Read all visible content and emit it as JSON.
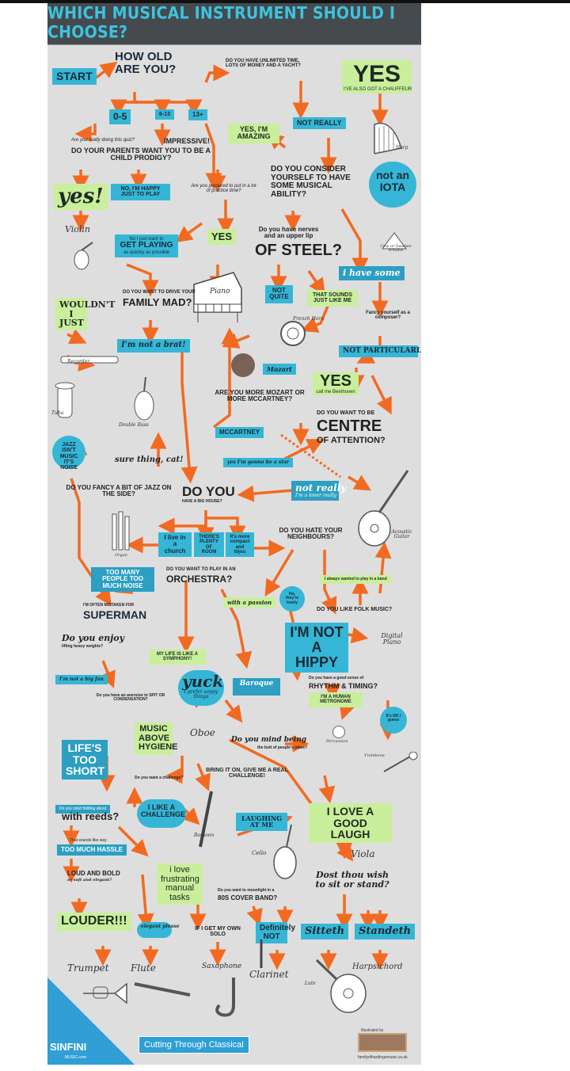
{
  "title": "WHICH MUSICAL INSTRUMENT SHOULD I CHOOSE?",
  "colors": {
    "accent_orange": "#f26a21",
    "blue": "#35b6d6",
    "green": "#c9ef9c",
    "banner": "#444a4d",
    "title_text": "#3dc3df",
    "footer_blue": "#2f9fd6"
  },
  "nodes": {
    "start": "START",
    "how_old": "HOW OLD ARE YOU?",
    "age_0_5": "0-5",
    "age_6_13": "6-13",
    "age_13_plus": "13+",
    "unlimited_time": "DO YOU HAVE UNLIMITED TIME, LOTS OF MONEY AND A YACHT?",
    "yes_big": "YES",
    "yes_big_sub": "I'VE ALSO GOT A CHAUFFEUR",
    "not_really_1": "NOT REALLY",
    "harp": "Harp",
    "really_doing_quiz": "Are you really doing this quiz?",
    "impressive": "IMPRESSIVE!",
    "parents_prodigy": "DO YOUR PARENTS WANT YOU TO BE A CHILD PRODIGY?",
    "yes_im_amazing": "YES, I'M AMAZING",
    "consider_musical": "DO YOU CONSIDER YOURSELF TO HAVE SOME MUSICAL ABILITY?",
    "not_an_iota": "not an IOTA",
    "yes_excl": "yes!",
    "no_happy": "NO, I'M HAPPY JUST TO PLAY",
    "practice_time": "Are you prepared to put in a lot of practice time?",
    "violin": "Violin",
    "get_playing": "GET PLAYING",
    "get_playing_pre": "No I just want to",
    "get_playing_sub": "as quickly as possible",
    "yes_practice": "YES",
    "nerves": "Do you have nerves and an upper lip",
    "of_steel": "OF STEEL?",
    "piano": "Piano",
    "i_have_some": "i have some",
    "cowbell": "Cow or Swanee Whistle",
    "not_quite": "NOT QUITE",
    "sounds_like_me": "THAT SOUNDS JUST LIKE ME",
    "french_horn": "French Horn",
    "fancy_composer": "Fancy yourself as a composer?",
    "drive_family": "DO YOU WANT TO DRIVE YOUR",
    "family_mad": "FAMILY MAD?",
    "wouldnt_i_just": "WOULDN'T I JUST",
    "not_a_brat": "I'm not a brat!",
    "recorder": "Recorder",
    "mozart": "Mozart",
    "not_particularly": "NOT PARTICULARLY",
    "yes_beethoven": "YES",
    "yes_beethoven_sub": "call me Beethoven",
    "mozart_mccartney": "ARE YOU MORE MOZART OR MORE MCCARTNEY?",
    "mccartney": "MCCARTNEY",
    "centre_pre": "DO YOU WANT TO BE",
    "centre": "CENTRE",
    "of_attention": "OF ATTENTION?",
    "tuba": "Tuba",
    "double_bass": "Double Bass",
    "jazz_noise": "JAZZ ISN'T MUSIC IT'S NOISE",
    "sure_thing_cat": "sure thing, cat!",
    "rock_star": "yes I'm gonna be a star",
    "fancy_jazz": "DO YOU FANCY A BIT OF JAZZ ON THE SIDE?",
    "do_you": "DO YOU",
    "do_you_sub": "HAVE A BIG HOUSE?",
    "not_really_2": "not really",
    "not_really_2_sub": "I'm a loner really",
    "acoustic_guitar": "Acoustic Guitar",
    "organ": "Organ",
    "live_church": "I live in a church",
    "plenty_room": "THERE'S PLENTY OF ROOM",
    "compact": "It's more compact and bijou",
    "hate_neighbours": "DO YOU HATE YOUR NEIGHBOURS?",
    "too_many_people": "TOO MANY PEOPLE TOO MUCH NOISE",
    "orchestra_pre": "DO YOU WANT TO PLAY IN AN",
    "orchestra": "ORCHESTRA?",
    "always_wanted_band": "I always wanted to play in a band",
    "often_mistaken": "I'M OFTEN MISTAKEN FOR",
    "superman": "SUPERMAN",
    "with_a_passion": "with a passion",
    "no_lovely": "No, they're lovely",
    "folk_music": "DO YOU LIKE FOLK MUSIC?",
    "enjoy_lifting": "Do you enjoy",
    "enjoy_lifting_sub": "lifting heavy weights?",
    "life_symphony": "MY LIFE IS LIKE A SYMPHONY!",
    "not_hippy": "I'M NOT A HIPPY",
    "digital_piano": "Digital Piano",
    "im_a_wimp": "I'm not a big fan",
    "yuck": "yuck",
    "yuck_sub": "I prefer soppy things",
    "bassoon_baroque": "Baroque",
    "rhythm_pre": "Do you have a good sense of",
    "rhythm": "RHYTHM & TIMING?",
    "aversion_spit": "Do you have an aversion to SPIT OR CONDENSATION?",
    "human_metronome": "I'M A HUMAN METRONOME",
    "its_ok": "It's OK I guess",
    "percussion": "Percussion",
    "trombone": "Trombone",
    "music_hygiene": "MUSIC ABOVE HYGIENE",
    "oboe": "Oboe",
    "mind_being": "Do you mind being",
    "mind_being_sub": "the butt of people's jokes?",
    "lifes_too_short": "LIFE'S TOO SHORT",
    "bring_it_on": "BRING IT ON, GIVE ME A REAL CHALLENGE!",
    "want_challenge": "Do you want a challenge?",
    "i_like_challenge": "I LIKE A CHALLENGE",
    "bothered_about_reeds": "Do you mind fiddling about",
    "with_reeds": "with reeds?",
    "laughing": "LAUGHING AT ME",
    "i_love_laugh": "I LOVE A GOOD LAUGH",
    "too_much_hassle": "TOO MUCH HASSLE",
    "too_much_hassle_pre": "That sounds like way",
    "bassoon": "Bassoon",
    "cello": "Cello",
    "viola": "Viola",
    "loud_bold": "LOUD AND BOLD",
    "loud_bold_sub": "or soft and elegant?",
    "i_love_frustrating": "i love frustrating manual tasks",
    "moonlight": "Do you want to moonlight in a",
    "boy_band": "80S COVER BAND?",
    "sit_or_stand": "Dost thou wish to sit or stand?",
    "louder": "LOUDER!!!",
    "elegant_please": "elegant please",
    "own_solo": "IF I GET MY OWN SOLO",
    "definitely_not": "Definitely NOT",
    "sitteth": "Sitteth",
    "standeth": "Standeth",
    "trumpet": "Trumpet",
    "flute": "Flute",
    "saxophone": "Saxophone",
    "clarinet": "Clarinet",
    "lute": "Lute",
    "harpsichord": "Harpsichord"
  },
  "footer": {
    "brand": "SINFINI",
    "brand_sub": "MUSIC.com",
    "tagline": "Cutting Through Classical",
    "sponsor_label": "Illustrated by",
    "sponsor_url": "familyofhardingsmusic.co.uk"
  }
}
